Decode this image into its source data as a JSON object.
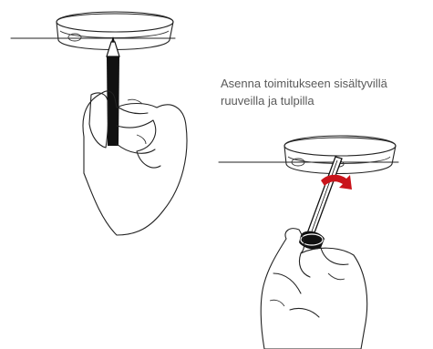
{
  "caption": {
    "line1": "Asenna toimitukseen sisältyvillä",
    "line2": "ruuveilla ja tulpilla"
  },
  "colors": {
    "stroke": "#222222",
    "tool": "#111111",
    "arrow": "#c9141b",
    "caption_text": "#5a5a5a"
  },
  "icons": {
    "step1": "pencil-marking-illustration",
    "step2": "screwdriver-mounting-illustration",
    "rotation": "curved-arrow-icon"
  }
}
